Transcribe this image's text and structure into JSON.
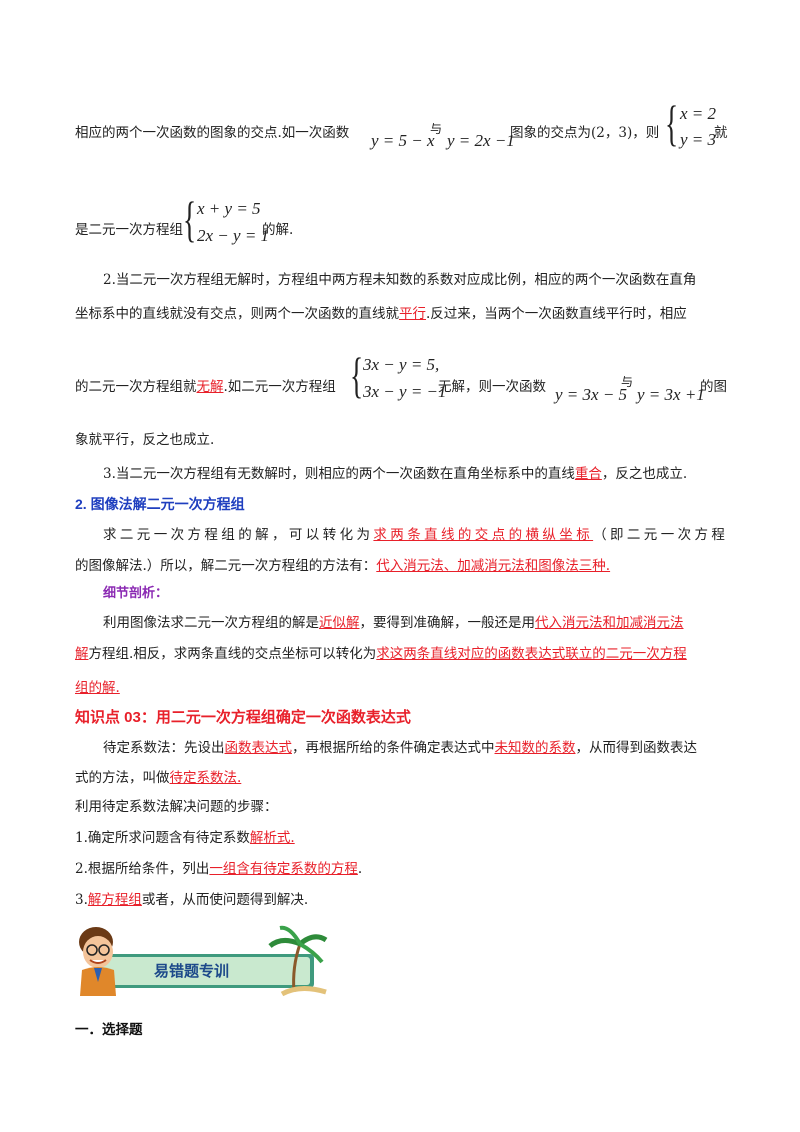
{
  "p1": {
    "a": "相应的两个一次函数的图象的交点.如一次函数",
    "f1": "y = 5 − x",
    "b": "与",
    "f2": "y = 2x −1",
    "c": "图象的交点为(2，3)，则",
    "s1": "x = 2",
    "s2": "y = 3",
    "d": "就"
  },
  "p2": {
    "a": "是二元一次方程组",
    "s1": "x + y = 5",
    "s2": "2x − y = 1",
    "b": "的解."
  },
  "p3": {
    "l1": "2.当二元一次方程组无解时，方程组中两方程未知数的系数对应成比例，相应的两个一次函数在直角",
    "l2a": "坐标系中的直线就没有交点，则两个一次函数的直线就",
    "l2r": "平行",
    "l2b": ".反过来，当两个一次函数直线平行时，相应"
  },
  "p4": {
    "a": "的二元一次方程组就",
    "r": "无解",
    "b": ".如二元一次方程组",
    "s1": "3x − y = 5,",
    "s2": "3x − y = −1",
    "c": "无解，则一次函数",
    "f1": "y = 3x − 5",
    "d": "与",
    "f2": "y = 3x +1",
    "e": "的图",
    "l2": "象就平行，反之也成立."
  },
  "p5": {
    "a": "3.当二元一次方程组有无数解时，则相应的两个一次函数在直角坐标系中的直线",
    "r": "重合",
    "b": "，反之也成立."
  },
  "h2": "2.  图像法解二元一次方程组",
  "p6": {
    "a": "求二元一次方程组的解，可以转化为",
    "r": "求两条直线的交点的横纵坐标",
    "b": "（即二元一次方程",
    "l2a": "的图像解法.）所以，解二元一次方程组的方法有：",
    "l2r": "代入消元法、加减消元法和图像法三种."
  },
  "detail": "细节剖析：",
  "p7": {
    "a": "利用图像法求二元一次方程组的解是",
    "r1": "近似解",
    "b": "，要得到准确解，一般还是用",
    "r2": "代入消元法和加减消元法",
    "l2r": "解",
    "l2a": "方程组.相反，求两条直线的交点坐标可以转化为",
    "l2r2": "求这两条直线对应的函数表达式联立的二元一次方程",
    "l3r": "组的解."
  },
  "h3": "知识点 03：用二元一次方程组确定一次函数表达式",
  "p8": {
    "a": "待定系数法：先设出",
    "r1": "函数表达式",
    "b": "，再根据所给的条件确定表达式中",
    "r2": "未知数的系数",
    "c": "，从而得到函数表达",
    "l2a": "式的方法，叫做",
    "l2r": "待定系数法."
  },
  "steps_intro": "利用待定系数法解决问题的步骤：",
  "step1": {
    "a": "1.确定所求问题含有待定系数",
    "r": "解析式."
  },
  "step2": {
    "a": "2.根据所给条件，列出",
    "r": "一组含有待定系数的方程",
    "b": "."
  },
  "step3": {
    "r": "解方程组",
    "a": "或者，从而使问题得到解决.",
    "n": "3."
  },
  "banner": "易错题专训",
  "section": "一．选择题"
}
